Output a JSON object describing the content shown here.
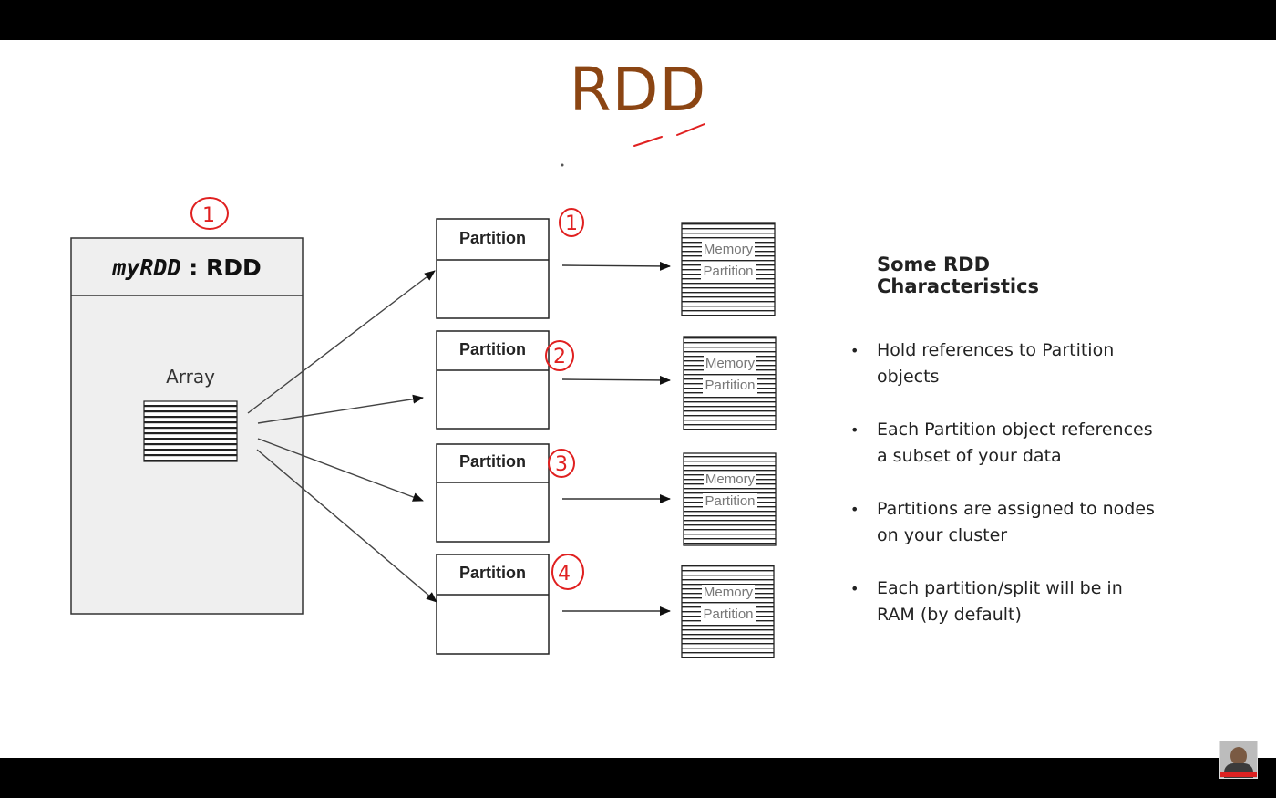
{
  "slide": {
    "title": "RDD"
  },
  "diagram": {
    "rdd_name": "myRDD",
    "rdd_separator": " : ",
    "rdd_type": "RDD",
    "array_label": "Array",
    "partitions": [
      {
        "label": "Partition",
        "annotation": "1",
        "memory_line1": "Memory",
        "memory_line2": "Partition"
      },
      {
        "label": "Partition",
        "annotation": "2",
        "memory_line1": "Memory",
        "memory_line2": "Partition"
      },
      {
        "label": "Partition",
        "annotation": "3",
        "memory_line1": "Memory",
        "memory_line2": "Partition"
      },
      {
        "label": "Partition",
        "annotation": "4",
        "memory_line1": "Memory",
        "memory_line2": "Partition"
      }
    ],
    "rdd_annotation": "1",
    "annotation_color": "#e02020"
  },
  "characteristics": {
    "title": "Some RDD Characteristics",
    "bullet": "•",
    "items": [
      "Hold references to Partition objects",
      "Each Partition object references a subset of your data",
      "Partitions are assigned to nodes on your cluster",
      "Each partition/split will be in RAM (by default)"
    ]
  },
  "colors": {
    "title": "#8b4513",
    "rdd_box_fill": "#efefef",
    "frame": "#000000"
  }
}
